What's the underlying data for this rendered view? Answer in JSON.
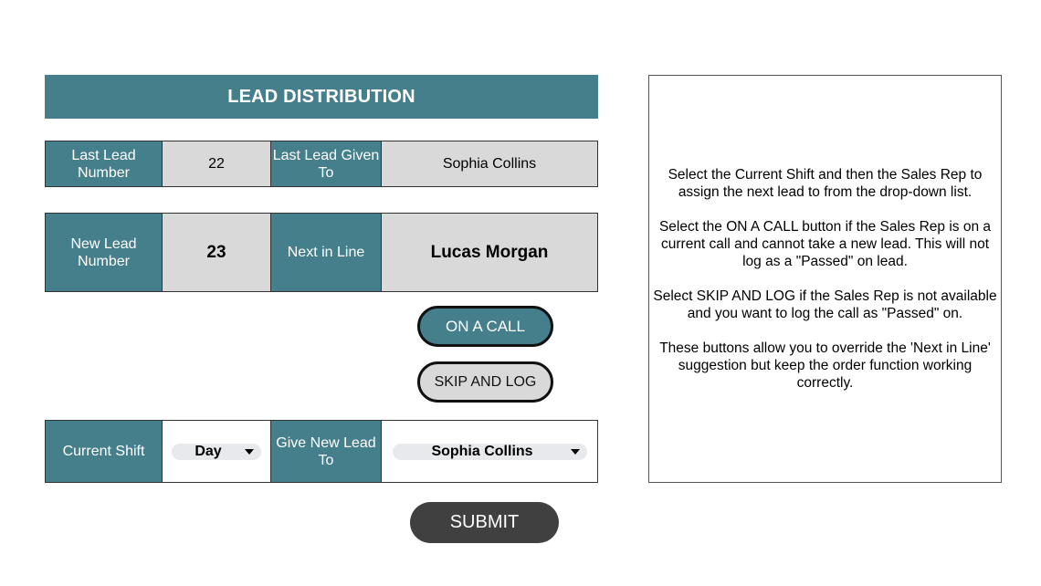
{
  "title": "LEAD DISTRIBUTION",
  "last_lead": {
    "number_label": "Last Lead Number",
    "number_value": "22",
    "given_to_label": "Last Lead Given To",
    "given_to_value": "Sophia Collins"
  },
  "new_lead": {
    "number_label": "New Lead Number",
    "number_value": "23",
    "next_label": "Next in Line",
    "next_value": "Lucas Morgan"
  },
  "buttons": {
    "on_a_call": "ON A CALL",
    "skip_and_log": "SKIP AND LOG",
    "submit": "SUBMIT"
  },
  "shift": {
    "label": "Current Shift",
    "selected": "Day",
    "give_label": "Give New Lead To",
    "give_selected": "Sophia Collins"
  },
  "instructions": [
    "Select the Current Shift and then the Sales Rep to assign the next lead to from the drop-down list.",
    "Select the ON A CALL button if the Sales Rep is on a current call and cannot take a new lead. This will not log as a \"Passed\" on lead.",
    "Select SKIP AND LOG if the Sales Rep is not available and you want to log the call as \"Passed\" on.",
    "These buttons allow you to override the 'Next in Line' suggestion but keep the order function working correctly."
  ],
  "colors": {
    "header_teal": "#467f8c",
    "value_grey": "#d9d9d9",
    "submit_dark": "#404040"
  }
}
